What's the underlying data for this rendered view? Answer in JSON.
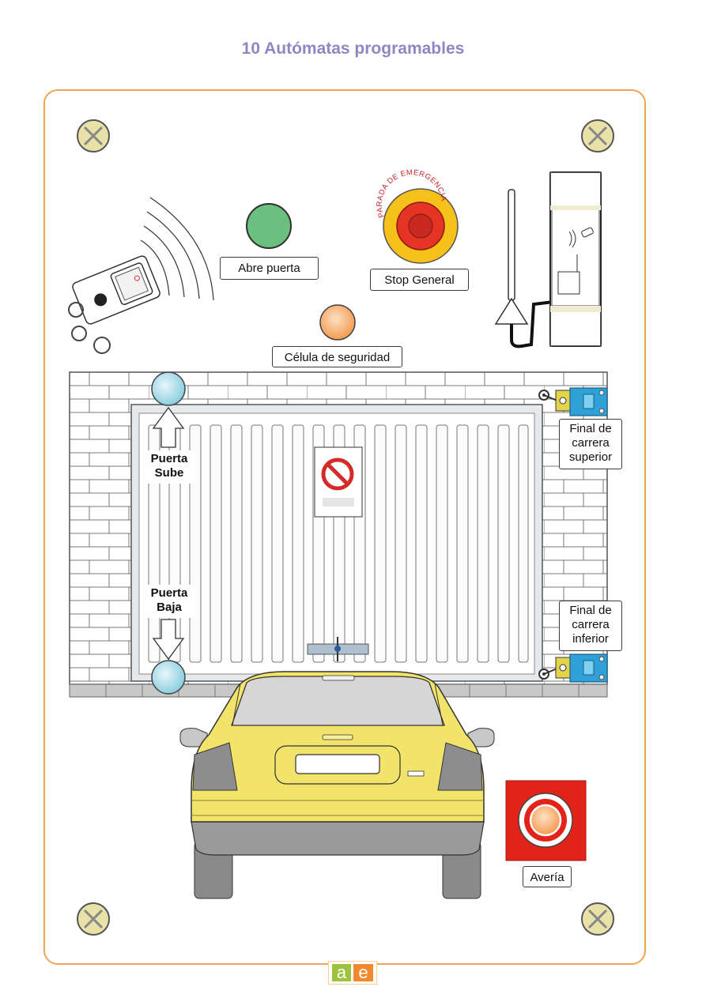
{
  "title": "10 Autómatas programables",
  "labels": {
    "abre_puerta": "Abre puerta",
    "stop_general": "Stop General",
    "celula": "Célula de seguridad",
    "final_superior": "Final de carrera superior",
    "final_inferior": "Final de carrera inferior",
    "puerta_sube": "Puerta Sube",
    "puerta_baja": "Puerta Baja",
    "averia": "Avería",
    "emergency_ring": "PARADA DE EMERGENCIA"
  },
  "logo": {
    "letter1": "a",
    "letter2": "e"
  },
  "colors": {
    "accent_border": "#f0a455",
    "title": "#8d87c2",
    "green_button": "#6cc07f",
    "emergency_yellow": "#f5c11a",
    "emergency_red": "#e53326",
    "orange_lamp": "#f7a35b",
    "car_yellow": "#f2e36b",
    "averia_red": "#e2231a"
  }
}
